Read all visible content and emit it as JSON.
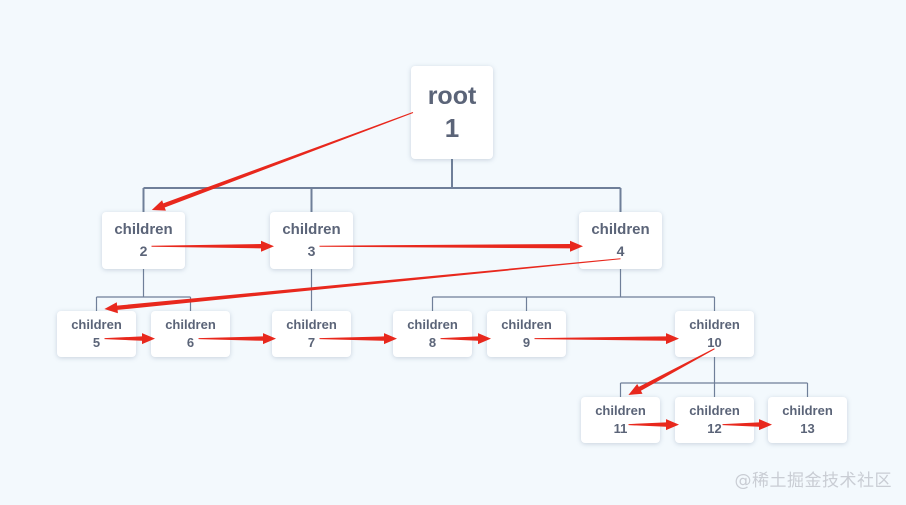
{
  "diagram": {
    "nodes": [
      {
        "id": "1",
        "label": "root",
        "number": "1",
        "level": 0
      },
      {
        "id": "2",
        "label": "children",
        "number": "2",
        "level": 1
      },
      {
        "id": "3",
        "label": "children",
        "number": "3",
        "level": 1
      },
      {
        "id": "4",
        "label": "children",
        "number": "4",
        "level": 1
      },
      {
        "id": "5",
        "label": "children",
        "number": "5",
        "level": 2
      },
      {
        "id": "6",
        "label": "children",
        "number": "6",
        "level": 2
      },
      {
        "id": "7",
        "label": "children",
        "number": "7",
        "level": 2
      },
      {
        "id": "8",
        "label": "children",
        "number": "8",
        "level": 2
      },
      {
        "id": "9",
        "label": "children",
        "number": "9",
        "level": 2
      },
      {
        "id": "10",
        "label": "children",
        "number": "10",
        "level": 2
      },
      {
        "id": "11",
        "label": "children",
        "number": "11",
        "level": 3
      },
      {
        "id": "12",
        "label": "children",
        "number": "12",
        "level": 3
      },
      {
        "id": "13",
        "label": "children",
        "number": "13",
        "level": 3
      }
    ],
    "tree_edges": [
      [
        "1",
        "2"
      ],
      [
        "1",
        "3"
      ],
      [
        "1",
        "4"
      ],
      [
        "2",
        "5"
      ],
      [
        "2",
        "6"
      ],
      [
        "3",
        "7"
      ],
      [
        "4",
        "8"
      ],
      [
        "4",
        "9"
      ],
      [
        "4",
        "10"
      ],
      [
        "10",
        "11"
      ],
      [
        "10",
        "12"
      ],
      [
        "10",
        "13"
      ]
    ],
    "traversal_arrows": [
      [
        "1",
        "2"
      ],
      [
        "2",
        "3"
      ],
      [
        "3",
        "4"
      ],
      [
        "4",
        "5"
      ],
      [
        "5",
        "6"
      ],
      [
        "6",
        "7"
      ],
      [
        "7",
        "8"
      ],
      [
        "8",
        "9"
      ],
      [
        "9",
        "10"
      ],
      [
        "10",
        "11"
      ],
      [
        "11",
        "12"
      ],
      [
        "12",
        "13"
      ]
    ]
  },
  "colors": {
    "tree_line": "#6f7f99",
    "arrow": "#e8281d",
    "node_text": "#5b6478"
  },
  "watermark": "@稀土掘金技术社区"
}
